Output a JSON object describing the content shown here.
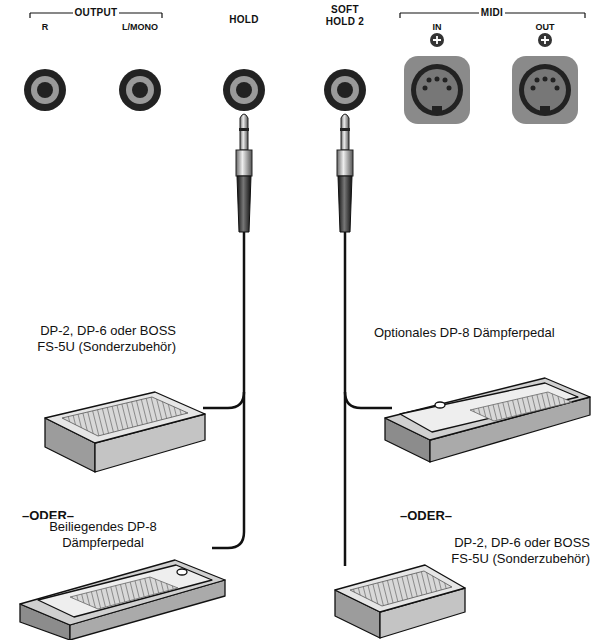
{
  "diagram": {
    "labels": [
      "OUTPUT",
      "R",
      "L/MONO",
      "HOLD",
      "SOFT HOLD 2",
      "MIDI",
      "IN",
      "OUT",
      "DP-2, DP-6 oder BOSS FS-5U (Sonderzubehör)",
      "Optionales DP-8 Dämpferpedal",
      "–ODER–",
      "–ODER–",
      "Beiliegendes DP-8 Dämpferpedal",
      "DP-2, DP-6 oder BOSS FS-5U (Sonderzubehör)"
    ]
  }
}
